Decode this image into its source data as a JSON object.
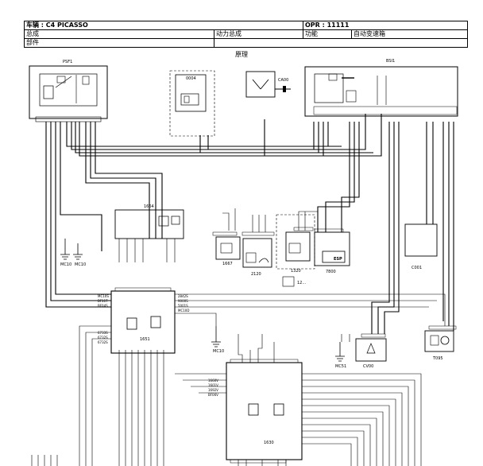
{
  "header": {
    "vehicle": "车辆 : C4 PICASSO",
    "opr": "OPR : 11111",
    "row2_left": "总成",
    "row2_mid": "动力总成",
    "row2_fn_label": "功能",
    "row2_fn_value": "自动变速箱",
    "row3_left": "部件"
  },
  "diagram": {
    "title": "原理",
    "components": {
      "psf1": "PSF1",
      "bsi1": "BSI1",
      "c0": "0004",
      "ca00": "CA00",
      "k1664": "1664",
      "k1667": "1667",
      "k2120": "2120",
      "k1320": "1320",
      "k7800": "7800",
      "esp": "ESP",
      "c001": "C001",
      "k1651": "1651",
      "k1630": "1630",
      "cv00": "CV00",
      "t095": "T095",
      "mc10a": "MC10",
      "mc10b": "MC10",
      "mc10c": "MC10",
      "mc51": "MC51",
      "k12": "12..."
    },
    "labels": {
      "l1651a": "MC10S",
      "l1651b": "BF11T",
      "l1651c": "BF04S",
      "l1651d": "2842S",
      "l1651e": "9000S",
      "l1651f": "5001S",
      "l1651g": "MC10D",
      "l1651h": "6733S",
      "l1651i": "6732S",
      "l1651j": "6732S",
      "l1630a": "1660V",
      "l1630b": "1601V",
      "l1630c": "1692V",
      "l1630d": "BF06V"
    }
  }
}
